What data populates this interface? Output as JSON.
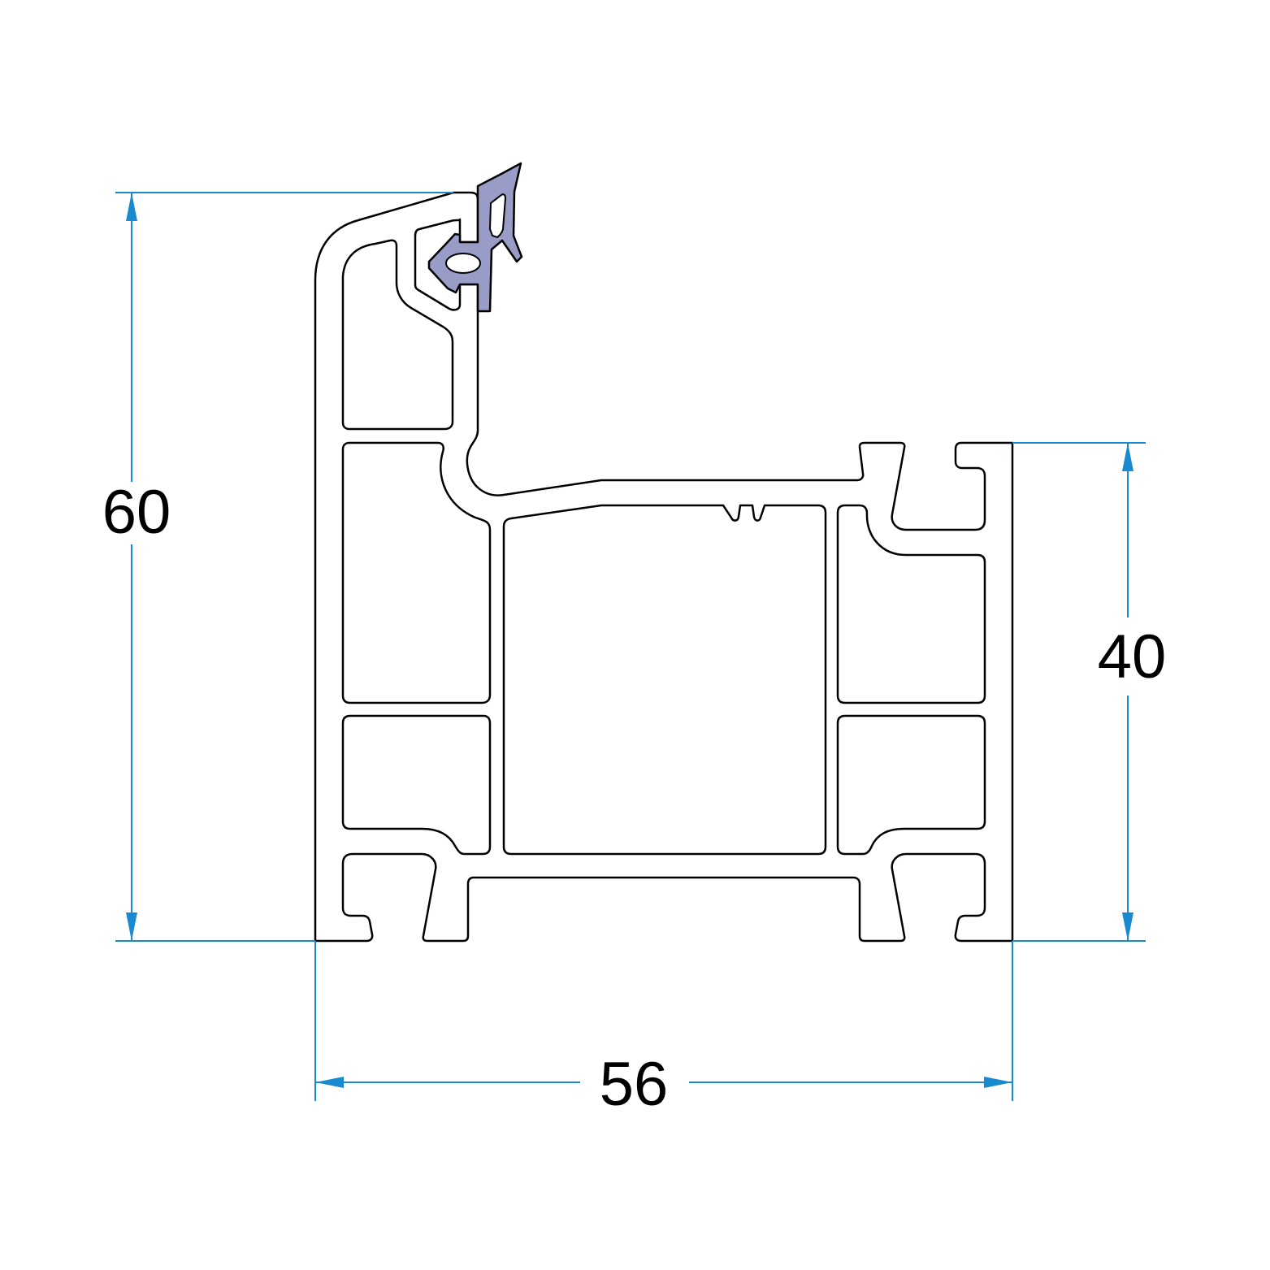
{
  "dimensions": {
    "height_total": "60",
    "height_partial": "40",
    "width": "56"
  },
  "colors": {
    "dimension": "#1a8ad0",
    "gasket": "#9a9cc8",
    "outline": "#000000"
  }
}
